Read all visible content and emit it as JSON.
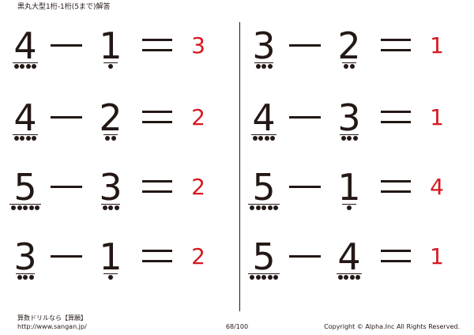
{
  "header": {
    "title": "黒丸大型1桁-1桁(5まで)解答"
  },
  "problems": [
    {
      "a": "4",
      "op": "－",
      "b": "1",
      "eq": "＝",
      "answer": "3"
    },
    {
      "a": "4",
      "op": "－",
      "b": "2",
      "eq": "＝",
      "answer": "2"
    },
    {
      "a": "5",
      "op": "－",
      "b": "3",
      "eq": "＝",
      "answer": "2"
    },
    {
      "a": "3",
      "op": "－",
      "b": "1",
      "eq": "＝",
      "answer": "2"
    },
    {
      "a": "3",
      "op": "－",
      "b": "2",
      "eq": "＝",
      "answer": "1"
    },
    {
      "a": "4",
      "op": "－",
      "b": "3",
      "eq": "＝",
      "answer": "1"
    },
    {
      "a": "5",
      "op": "－",
      "b": "1",
      "eq": "＝",
      "answer": "4"
    },
    {
      "a": "5",
      "op": "－",
      "b": "4",
      "eq": "＝",
      "answer": "1"
    }
  ],
  "footer": {
    "brand": "算数ドリルなら【算願】",
    "url": "http://www.sangan.jp/",
    "page": "68/100",
    "copyright": "Copyright  ©  Alpha.Inc  All  Rights  Reserved."
  },
  "colors": {
    "ink": "#231815",
    "answer": "#d7181f"
  }
}
